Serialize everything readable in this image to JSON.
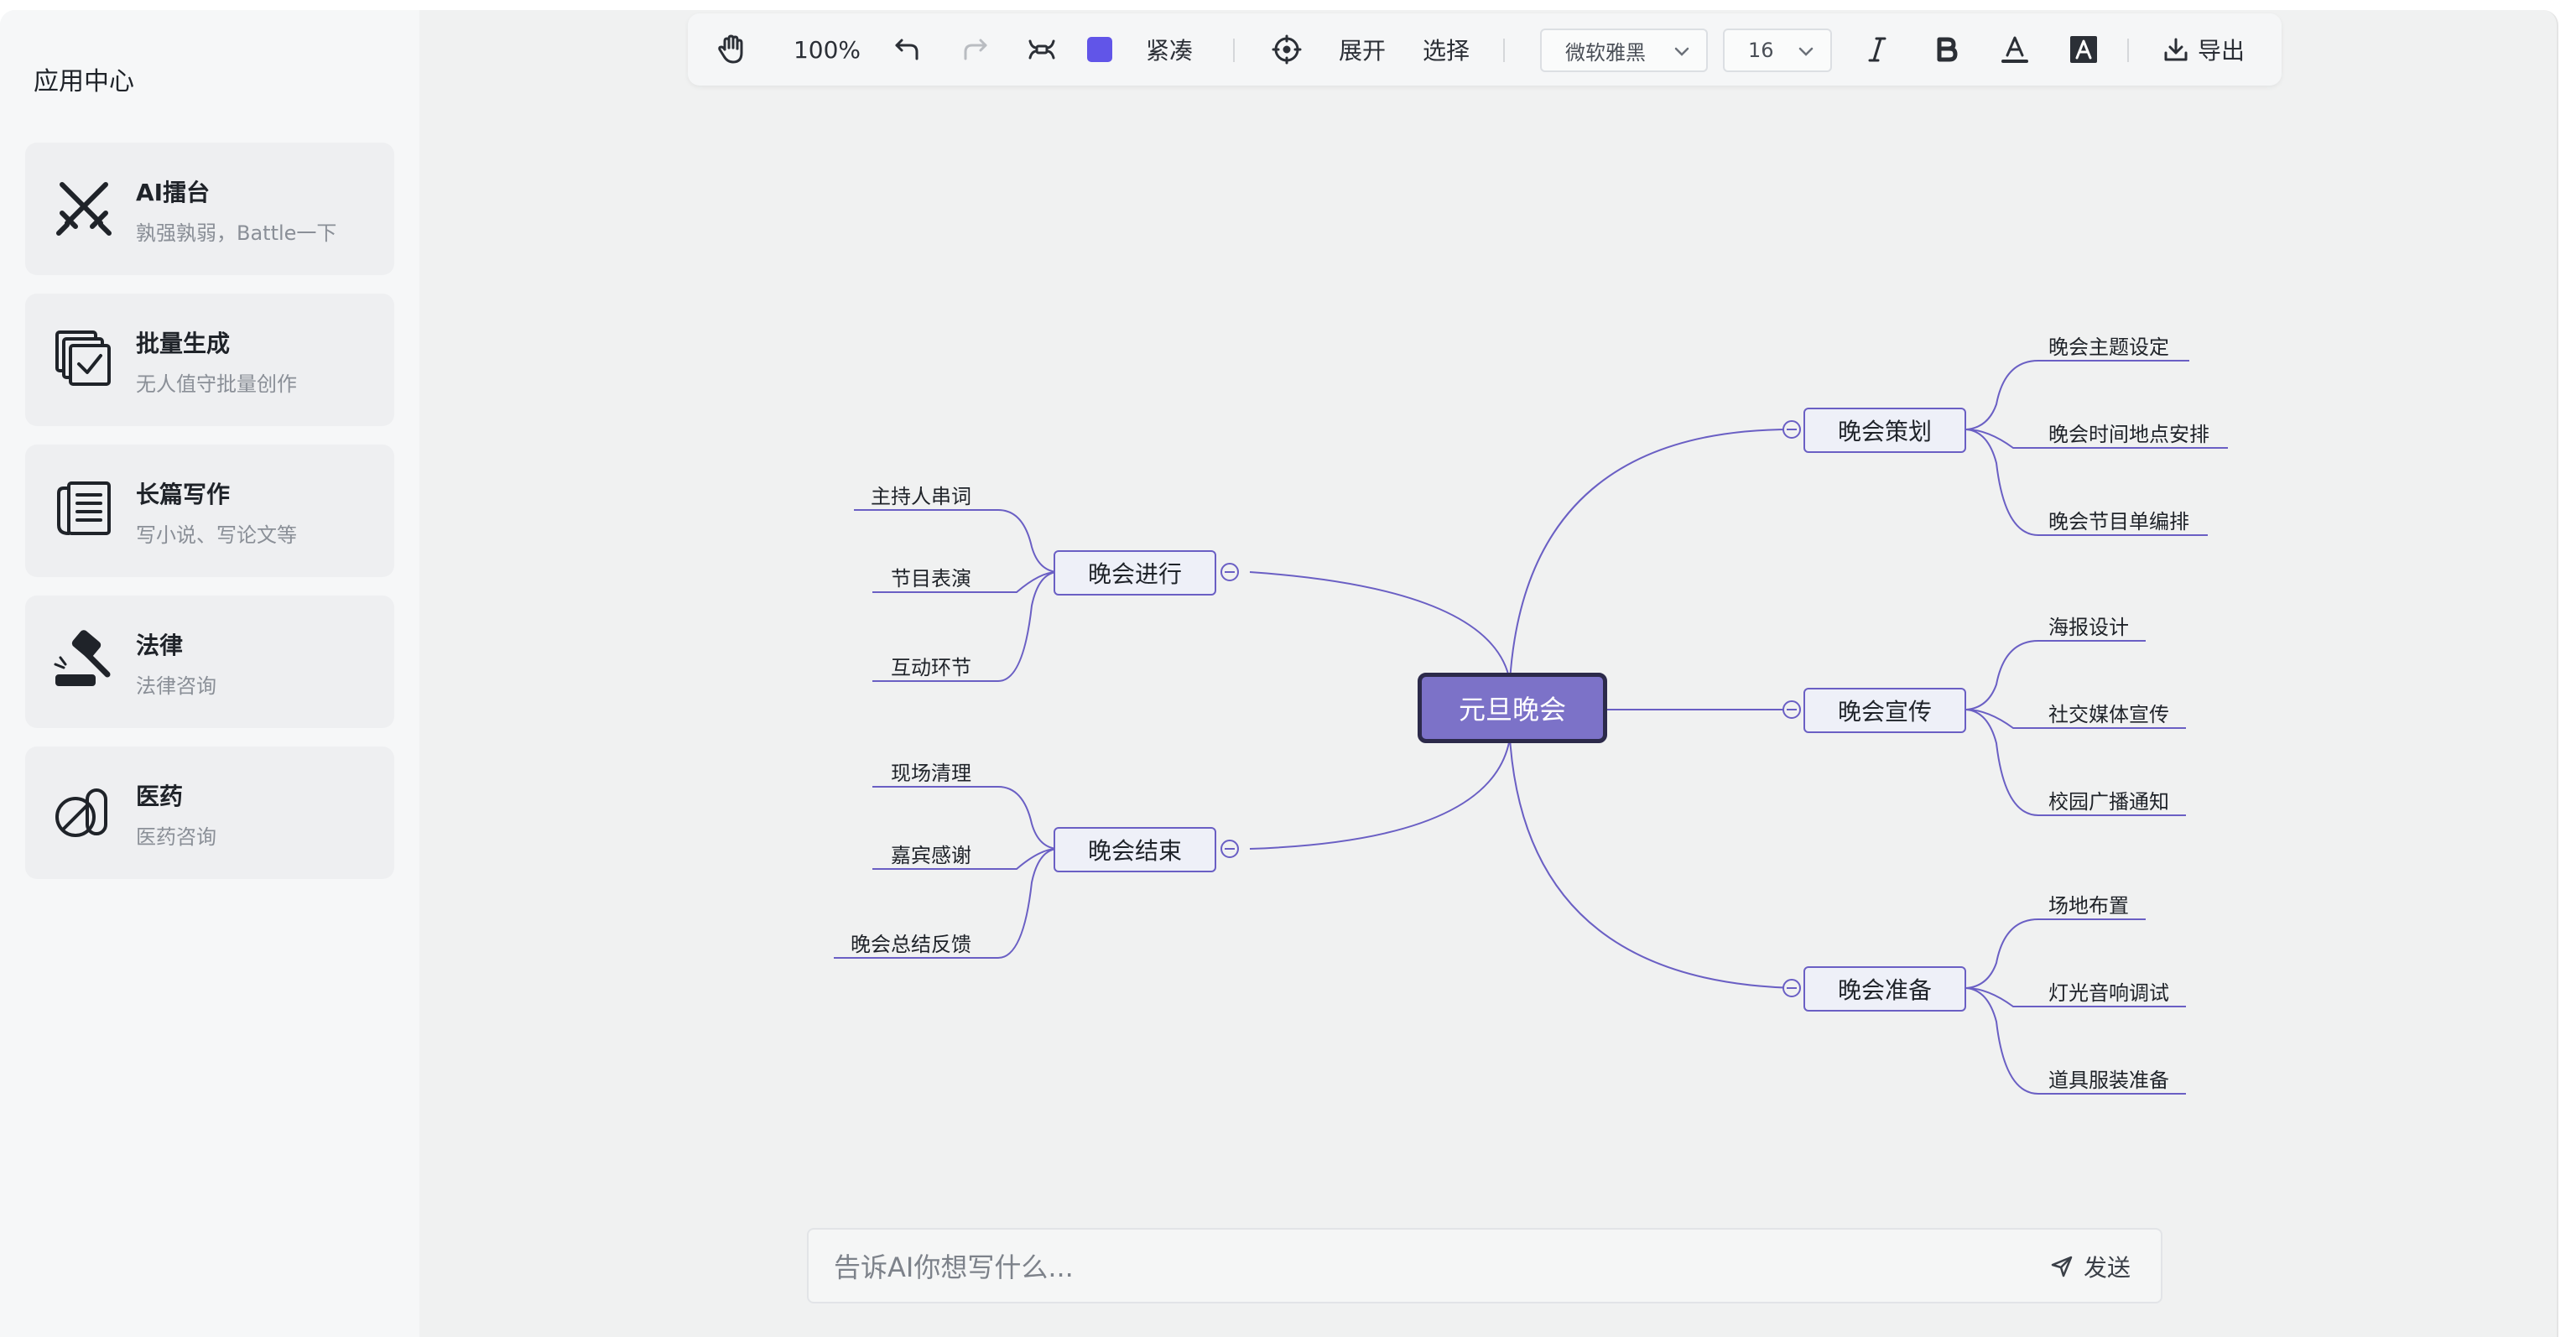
{
  "sidebar": {
    "title": "应用中心",
    "apps": [
      {
        "name": "AI擂台",
        "desc": "孰强孰弱，Battle一下",
        "icon": "crossed-swords-icon"
      },
      {
        "name": "批量生成",
        "desc": "无人值守批量创作",
        "icon": "batch-check-icon"
      },
      {
        "name": "长篇写作",
        "desc": "写小说、写论文等",
        "icon": "document-scroll-icon"
      },
      {
        "name": "法律",
        "desc": "法律咨询",
        "icon": "gavel-icon"
      },
      {
        "name": "医药",
        "desc": "医药咨询",
        "icon": "pill-icon"
      }
    ]
  },
  "toolbar": {
    "zoom": "100%",
    "layout_label": "紧凑",
    "expand_label": "展开",
    "select_label": "选择",
    "font_family": "微软雅黑",
    "font_size": "16",
    "export_label": "导出",
    "node_color": "#6155e8"
  },
  "mindmap": {
    "root": "元旦晚会",
    "branches": [
      {
        "label": "晚会策划",
        "children": [
          "晚会主题设定",
          "晚会时间地点安排",
          "晚会节目单编排"
        ]
      },
      {
        "label": "晚会宣传",
        "children": [
          "海报设计",
          "社交媒体宣传",
          "校园广播通知"
        ]
      },
      {
        "label": "晚会准备",
        "children": [
          "场地布置",
          "灯光音响调试",
          "道具服装准备"
        ]
      },
      {
        "label": "晚会进行",
        "children": [
          "主持人串词",
          "节目表演",
          "互动环节"
        ]
      },
      {
        "label": "晚会结束",
        "children": [
          "现场清理",
          "嘉宾感谢",
          "晚会总结反馈"
        ]
      }
    ]
  },
  "input": {
    "placeholder": "告诉AI你想写什么...",
    "send_label": "发送"
  },
  "colors": {
    "accent": "#7c72c8",
    "line": "#6a5fc4",
    "root_border": "#2c2a4a"
  }
}
